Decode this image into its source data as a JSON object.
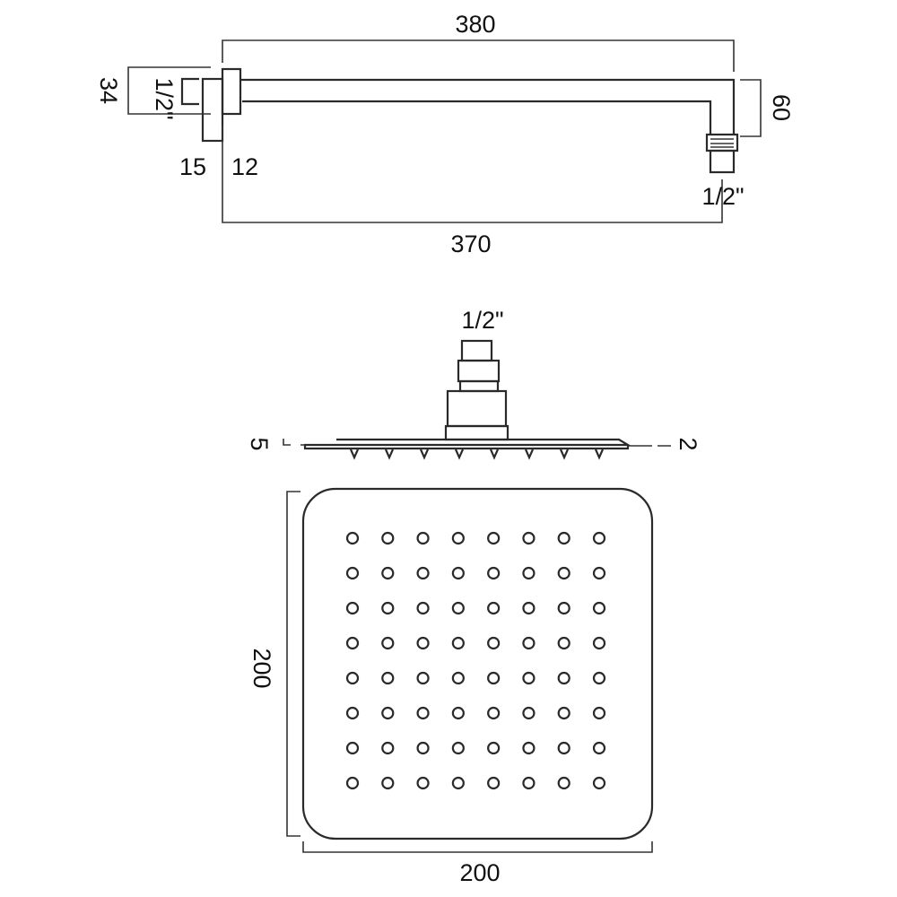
{
  "arm": {
    "dims": {
      "overall_length": "380",
      "centre_length": "370",
      "drop": "60",
      "flange_height": "34",
      "flange_depth_left": "15",
      "flange_depth_right": "12",
      "wall_thread": "1/2\"",
      "outlet_thread": "1/2\""
    }
  },
  "head_side": {
    "dims": {
      "inlet_thread": "1/2\"",
      "edge_thickness": "5",
      "rim_thickness": "2"
    },
    "nozzle_count": 8
  },
  "head_face": {
    "dims": {
      "height": "200",
      "width": "200"
    },
    "nozzle_grid": {
      "rows": 8,
      "cols": 8
    }
  },
  "colors": {
    "line": "#2a2a2a",
    "background": "#ffffff"
  }
}
